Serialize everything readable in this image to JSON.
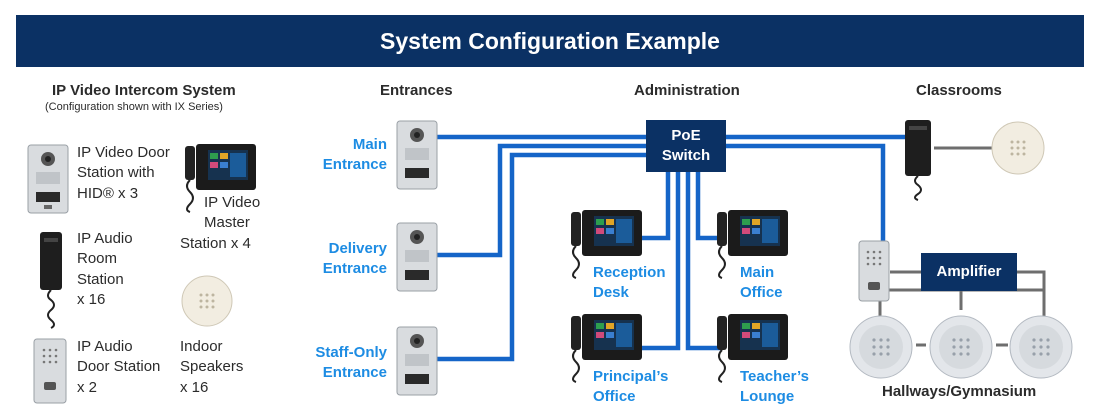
{
  "banner": {
    "title": "System Configuration Example"
  },
  "left": {
    "heading": "IP Video Intercom System",
    "subheading": "(Configuration shown with IX Series)",
    "items": {
      "video_door": [
        "IP Video Door",
        "Station with",
        "HID® x 3"
      ],
      "video_master": [
        "IP Video",
        "Master",
        "Station x 4"
      ],
      "audio_room": [
        "IP Audio",
        "Room",
        "Station",
        "x 16"
      ],
      "audio_door": [
        "IP Audio",
        "Door Station",
        "x 2"
      ],
      "speakers": [
        "Indoor",
        "Speakers",
        "x 16"
      ]
    }
  },
  "columns": {
    "entrances": "Entrances",
    "administration": "Administration",
    "classrooms": "Classrooms"
  },
  "entrances": {
    "main": [
      "Main",
      "Entrance"
    ],
    "delivery": [
      "Delivery",
      "Entrance"
    ],
    "staff": [
      "Staff-Only",
      "Entrance"
    ]
  },
  "switch": [
    "PoE",
    "Switch"
  ],
  "offices": {
    "reception": [
      "Reception",
      "Desk"
    ],
    "main": [
      "Main",
      "Office"
    ],
    "principal": [
      "Principal’s",
      "Office"
    ],
    "teacher": [
      "Teacher’s",
      "Lounge"
    ]
  },
  "amplifier": "Amplifier",
  "hallways": "Hallways/Gymnasium",
  "colors": {
    "navy": "#0b3164",
    "blue": "#1d8ce3",
    "cable": "#1565c8"
  }
}
